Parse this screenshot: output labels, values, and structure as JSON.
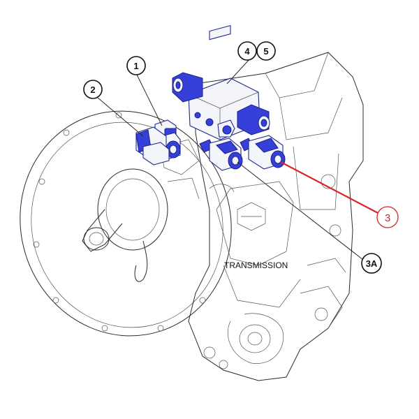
{
  "callouts": {
    "c1": "1",
    "c2": "2",
    "c4": "4",
    "c5": "5",
    "c3a": "3A",
    "c3": "3"
  },
  "labels": {
    "transmission": "TRANSMISSION"
  },
  "colors": {
    "part_fill": "#3640d8",
    "highlight": "#d6262a",
    "line": "#2a2a2a"
  }
}
